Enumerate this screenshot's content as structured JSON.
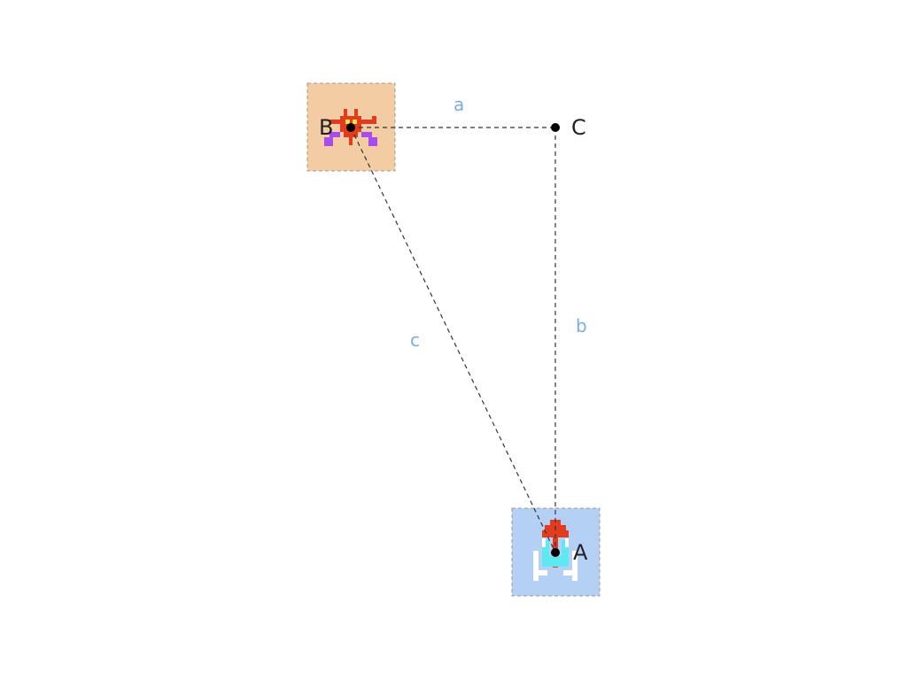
{
  "points": {
    "A": {
      "label": "A"
    },
    "B": {
      "label": "B"
    },
    "C": {
      "label": "C"
    }
  },
  "sides": {
    "a": {
      "label": "a"
    },
    "b": {
      "label": "b"
    },
    "c": {
      "label": "c"
    }
  },
  "colors": {
    "side_label": "#7aaee0",
    "enemy_box_fill": "#f3cca3",
    "player_box_fill": "#b5d0f5",
    "box_border": "#9a9a9a",
    "dash_line": "#333333",
    "point": "#000000"
  },
  "sprites": {
    "enemy": {
      "icon": "red-alien-enemy-icon"
    },
    "player": {
      "icon": "fighter-ship-icon"
    }
  }
}
